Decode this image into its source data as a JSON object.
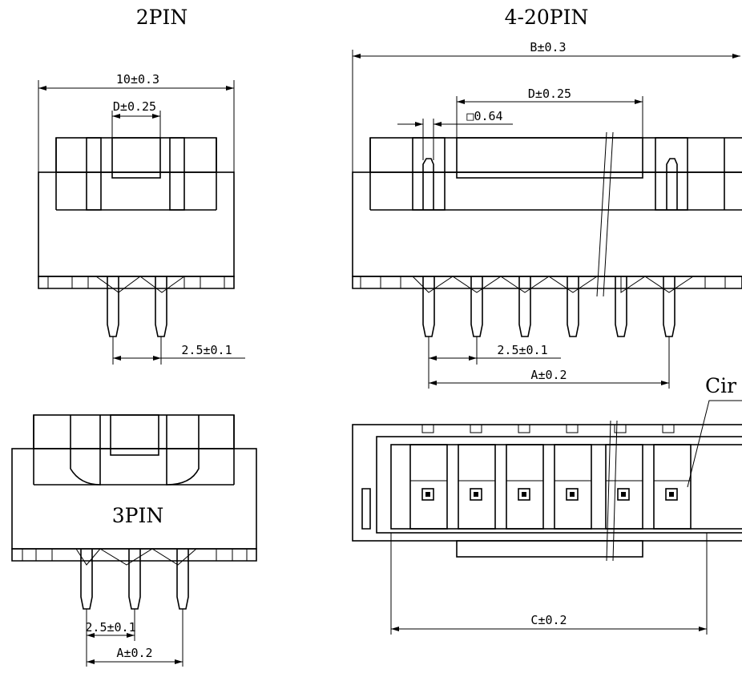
{
  "views": {
    "two_pin": {
      "title": "2PIN",
      "overall_width": "10±0.3",
      "d_dim": "D±0.25",
      "pitch": "2.5±0.1"
    },
    "multi_pin": {
      "title": "4-20PIN",
      "overall_width": "B±0.3",
      "d_dim": "D±0.25",
      "pin_square": "□0.64",
      "pitch": "2.5±0.1",
      "a_dim": "A±0.2"
    },
    "three_pin": {
      "title": "3PIN",
      "pitch": "2.5±0.1",
      "a_dim": "A±0.2"
    },
    "bottom_view": {
      "c_dim": "C±0.2",
      "callout": "Cir"
    }
  }
}
